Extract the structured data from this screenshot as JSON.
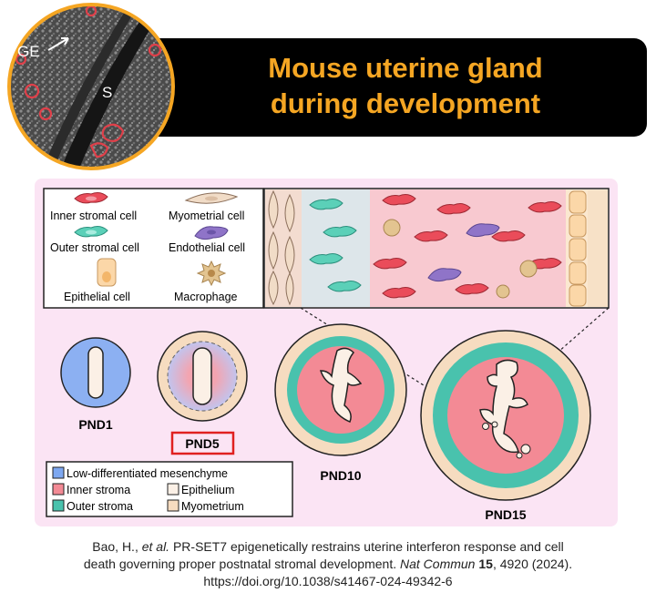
{
  "header": {
    "title_line1": "Mouse uterine gland",
    "title_line2": "during development"
  },
  "micrograph": {
    "label_ge": "GE",
    "label_s": "S"
  },
  "legend_cells": [
    {
      "label": "Inner stromal cell",
      "icon": "inner-stromal-cell-icon"
    },
    {
      "label": "Myometrial cell",
      "icon": "myometrial-cell-icon"
    },
    {
      "label": "Outer stromal cell",
      "icon": "outer-stromal-cell-icon"
    },
    {
      "label": "Endothelial cell",
      "icon": "endothelial-cell-icon"
    },
    {
      "label": "Epithelial cell",
      "icon": "epithelial-cell-icon"
    },
    {
      "label": "Macrophage",
      "icon": "macrophage-icon"
    }
  ],
  "stages": {
    "pnd1": "PND1",
    "pnd5": "PND5",
    "pnd10": "PND10",
    "pnd15": "PND15"
  },
  "legend_regions": [
    {
      "label": "Low-differentiated mesenchyme",
      "color": "#7da7f0"
    },
    {
      "label": "Inner stroma",
      "color": "#f38a95"
    },
    {
      "label": "Epithelium",
      "color": "#fbf0e6"
    },
    {
      "label": "Outer stroma",
      "color": "#49c2ad"
    },
    {
      "label": "Myometrium",
      "color": "#f6dcc0"
    }
  ],
  "colors": {
    "title": "#f5a623",
    "highlight_box": "#e02020",
    "panel_bg": "#fbe4f4"
  },
  "citation": {
    "authors": "Bao, H., ",
    "etal": "et al.",
    "title": " PR-SET7 epigenetically restrains uterine interferon response and cell",
    "title2": "death governing proper postnatal stromal development. ",
    "journal": "Nat Commun",
    "volume": "15",
    "pages_year": ", 4920 (2024).",
    "doi": "https://doi.org/10.1038/s41467-024-49342-6"
  }
}
